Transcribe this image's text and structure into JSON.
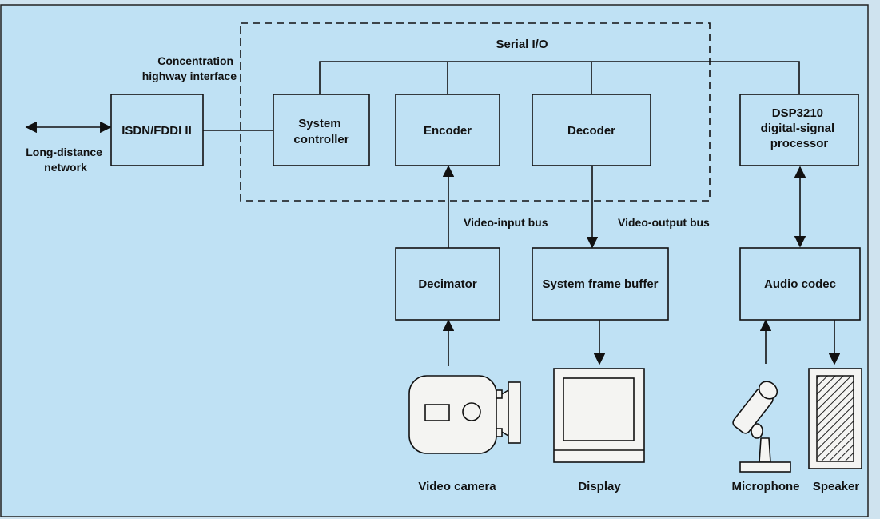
{
  "diagram": {
    "serial_io": "Serial I/O",
    "concentration": [
      "Concentration",
      "highway interface"
    ],
    "long_distance": [
      "Long-distance",
      "network"
    ],
    "isdn": "ISDN/FDDI II",
    "system_controller": [
      "System",
      "controller"
    ],
    "encoder": "Encoder",
    "decoder": "Decoder",
    "dsp": [
      "DSP3210",
      "digital-signal",
      "processor"
    ],
    "video_input_bus": "Video-input bus",
    "video_output_bus": "Video-output bus",
    "decimator": "Decimator",
    "frame_buffer": "System frame buffer",
    "audio_codec": "Audio codec",
    "video_camera": "Video camera",
    "display": "Display",
    "microphone": "Microphone",
    "speaker": "Speaker"
  }
}
